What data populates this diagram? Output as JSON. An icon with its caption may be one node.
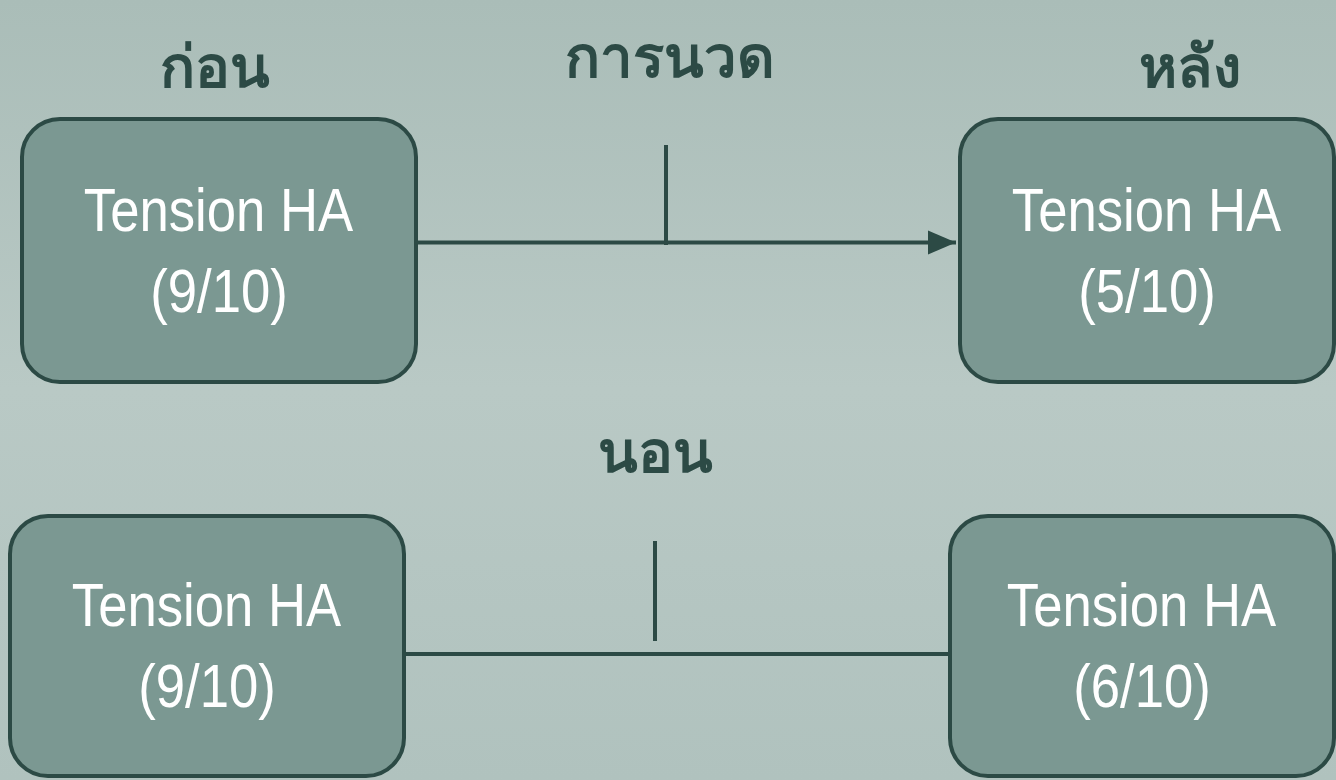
{
  "diagram": {
    "nodes": [
      {
        "text": [
          "Tension HA",
          "(9/10)"
        ]
      },
      {
        "text": [
          "Tension HA",
          "(5/10)"
        ]
      },
      {
        "text": [
          "Tension HA",
          "(9/10)"
        ]
      },
      {
        "text": [
          "Tension HA",
          "(6/10)"
        ]
      }
    ],
    "edges": [
      {
        "from": 0,
        "to": 1,
        "arrow": "to"
      },
      {
        "from": 2,
        "to": 3,
        "arrow": "none"
      }
    ],
    "labels": [
      "ก่อน",
      "การนวด",
      "หลัง",
      "นอน"
    ]
  }
}
